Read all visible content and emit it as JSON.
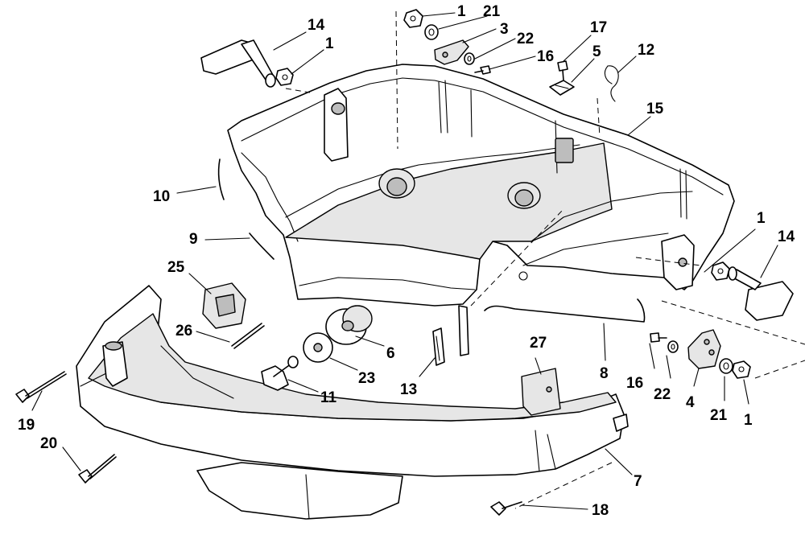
{
  "diagram": {
    "type": "exploded-parts-view",
    "callouts": [
      {
        "id": "c1a",
        "text": "1"
      },
      {
        "id": "c21a",
        "text": "21"
      },
      {
        "id": "c3",
        "text": "3"
      },
      {
        "id": "c22a",
        "text": "22"
      },
      {
        "id": "c16a",
        "text": "16"
      },
      {
        "id": "c17",
        "text": "17"
      },
      {
        "id": "c5",
        "text": "5"
      },
      {
        "id": "c12",
        "text": "12"
      },
      {
        "id": "c14a",
        "text": "14"
      },
      {
        "id": "c1b",
        "text": "1"
      },
      {
        "id": "c15",
        "text": "15"
      },
      {
        "id": "c10",
        "text": "10"
      },
      {
        "id": "c9",
        "text": "9"
      },
      {
        "id": "c1c",
        "text": "1"
      },
      {
        "id": "c14b",
        "text": "14"
      },
      {
        "id": "c25",
        "text": "25"
      },
      {
        "id": "c26",
        "text": "26"
      },
      {
        "id": "c6",
        "text": "6"
      },
      {
        "id": "c23",
        "text": "23"
      },
      {
        "id": "c27",
        "text": "27"
      },
      {
        "id": "c13",
        "text": "13"
      },
      {
        "id": "c8",
        "text": "8"
      },
      {
        "id": "c16b",
        "text": "16"
      },
      {
        "id": "c22b",
        "text": "22"
      },
      {
        "id": "c4",
        "text": "4"
      },
      {
        "id": "c21b",
        "text": "21"
      },
      {
        "id": "c1d",
        "text": "1"
      },
      {
        "id": "c11",
        "text": "11"
      },
      {
        "id": "c19",
        "text": "19"
      },
      {
        "id": "c20",
        "text": "20"
      },
      {
        "id": "c7",
        "text": "7"
      },
      {
        "id": "c18",
        "text": "18"
      }
    ]
  }
}
